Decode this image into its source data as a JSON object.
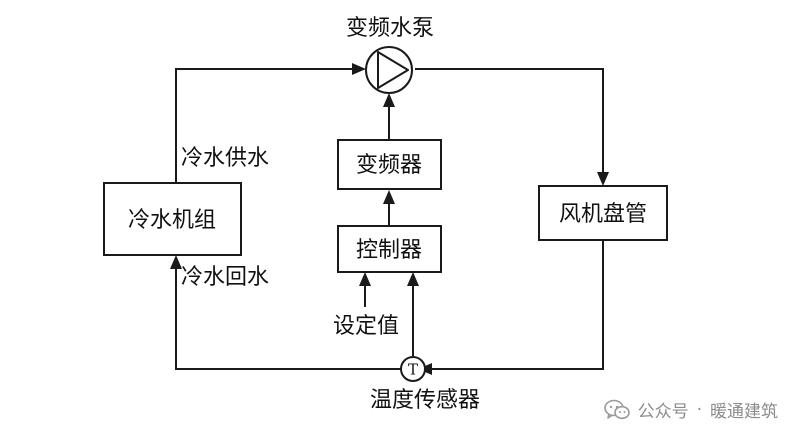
{
  "diagram": {
    "pump_label": "变频水泵",
    "chiller_label": "冷水机组",
    "vfd_label": "变频器",
    "controller_label": "控制器",
    "fan_coil_label": "风机盘管",
    "supply_label": "冷水供水",
    "return_label": "冷水回水",
    "setpoint_label": "设定值",
    "sensor_label": "温度传感器",
    "sensor_symbol": "T"
  },
  "watermark": {
    "icon": "wechat-icon",
    "prefix": "公众号",
    "separator": "·",
    "account": "暖通建筑"
  },
  "colors": {
    "line": "#1a1a1a",
    "text": "#111111",
    "watermark": "#8c8c8c"
  }
}
